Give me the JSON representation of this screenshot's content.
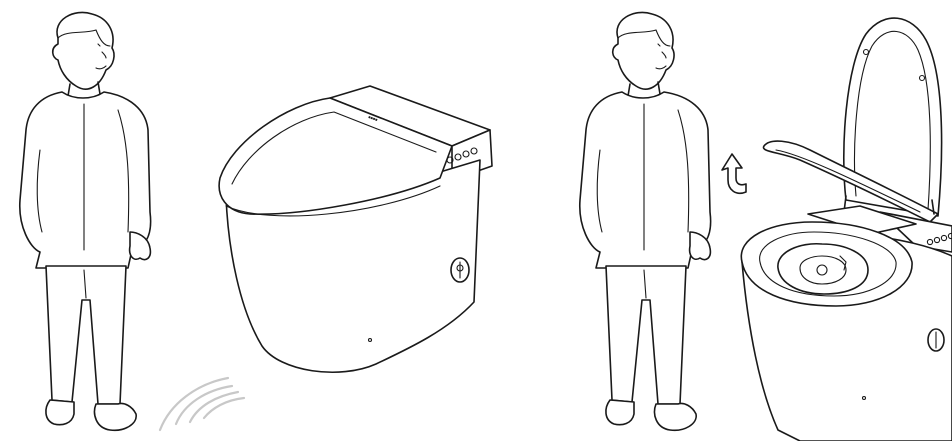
{
  "scene": {
    "panels": [
      {
        "id": "closed",
        "state": "lid-closed"
      },
      {
        "id": "open",
        "state": "lid-open"
      }
    ],
    "icons": [
      "person-figure",
      "toilet-closed",
      "toilet-open",
      "sensor-wave-icon",
      "rotate-arrow-icon"
    ],
    "line_color": "#1a1a1a",
    "sensor_color": "#c8c8c8",
    "background": "#ffffff"
  }
}
